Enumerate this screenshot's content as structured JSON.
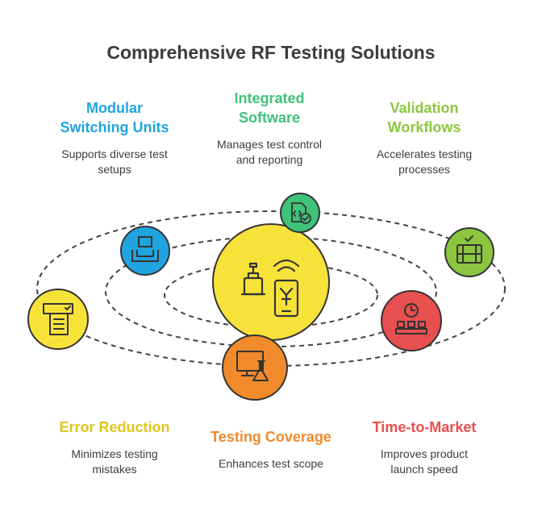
{
  "title": "Comprehensive RF Testing Solutions",
  "items": [
    {
      "heading": "Modular\nSwitching Units",
      "description": "Supports diverse test\nsetups",
      "color": "#1fa4e0",
      "icon": "tray-box-icon"
    },
    {
      "heading": "Integrated\nSoftware",
      "description": "Manages test control\nand reporting",
      "color": "#3fc27a",
      "icon": "code-file-check-icon"
    },
    {
      "heading": "Validation\nWorkflows",
      "description": "Accelerates testing\nprocesses",
      "color": "#8cc63f",
      "icon": "server-check-icon"
    },
    {
      "heading": "Error Reduction",
      "description": "Minimizes testing\nmistakes",
      "color": "#e0c51d",
      "icon": "checklist-icon"
    },
    {
      "heading": "Testing Coverage",
      "description": "Enhances test scope",
      "color": "#f08a2b",
      "icon": "monitor-flask-icon"
    },
    {
      "heading": "Time-to-Market",
      "description": "Improves product\nlaunch speed",
      "color": "#e8504f",
      "icon": "clock-conveyor-icon"
    }
  ],
  "center": {
    "icon": "rf-tester-icon",
    "color": "#f7e23a"
  }
}
